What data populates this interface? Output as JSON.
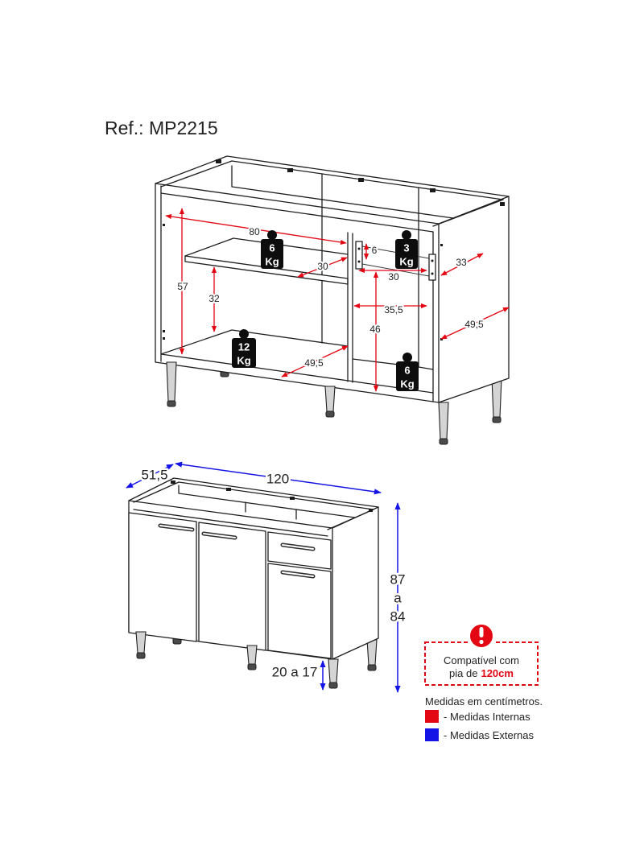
{
  "title": "Ref.: MP2215",
  "internal_measures": {
    "items": [
      "80",
      "6",
      "30",
      "57",
      "32",
      "30",
      "35,5",
      "46",
      "49,5",
      "49,5",
      "33"
    ]
  },
  "weights": [
    {
      "value": "6",
      "unit": "Kg"
    },
    {
      "value": "3",
      "unit": "Kg"
    },
    {
      "value": "12",
      "unit": "Kg"
    },
    {
      "value": "6",
      "unit": "Kg"
    }
  ],
  "external_measures": {
    "depth": "51,5",
    "width": "120",
    "height_lines": [
      "87",
      "a",
      "84"
    ],
    "leg_height": "20 a 17"
  },
  "notice": {
    "line1": "Compatível com",
    "line2_prefix": "pia de",
    "line2_highlight": "120cm",
    "icon": "exclamation-icon",
    "color": "#e30613"
  },
  "legend": {
    "units_note": "Medidas em centímetros.",
    "items": [
      {
        "label": "- Medidas Internas",
        "color": "#e30613"
      },
      {
        "label": "- Medidas Externas",
        "color": "#1414e6"
      }
    ]
  },
  "colors": {
    "internal": "#e30613",
    "external": "#1414e6"
  }
}
